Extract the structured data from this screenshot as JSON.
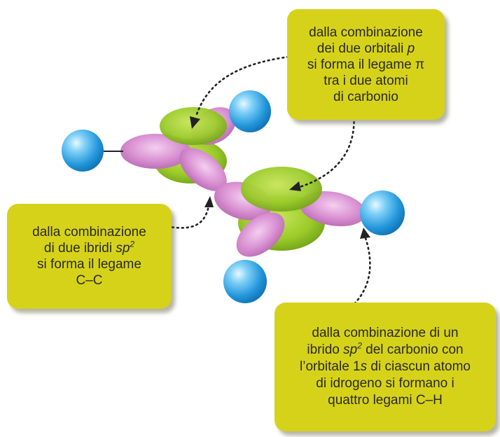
{
  "callouts": {
    "pi_bond": {
      "lines": [
        {
          "text": "dalla combinazione"
        },
        {
          "pre": "dei due orbitali ",
          "em": "p"
        },
        {
          "text": "si forma il legame π"
        },
        {
          "text": "tra i due atomi"
        },
        {
          "text": "di carbonio"
        }
      ]
    },
    "cc_bond": {
      "lines": [
        {
          "text": "dalla combinazione"
        },
        {
          "pre": "di due ibridi ",
          "em": "sp",
          "sup": "2"
        },
        {
          "text": "si forma il legame"
        },
        {
          "text": "C–C"
        }
      ]
    },
    "ch_bonds": {
      "lines": [
        {
          "text": "dalla combinazione di un"
        },
        {
          "pre": "ibrido ",
          "em": "sp",
          "sup": "2",
          "post": " del carbonio con"
        },
        {
          "pre": "l’orbitale 1",
          "em": "s",
          "post": " di ciascun atomo"
        },
        {
          "text": "di idrogeno si formano i"
        },
        {
          "text": "quattro legami C–H"
        }
      ]
    }
  },
  "colors": {
    "callout_fill": "#d6d21a",
    "p_orbital": "#9ccc2a",
    "sp2_orbital": "#d98ed2",
    "hydrogen": "#2b9fe0",
    "arrow": "#222222"
  }
}
